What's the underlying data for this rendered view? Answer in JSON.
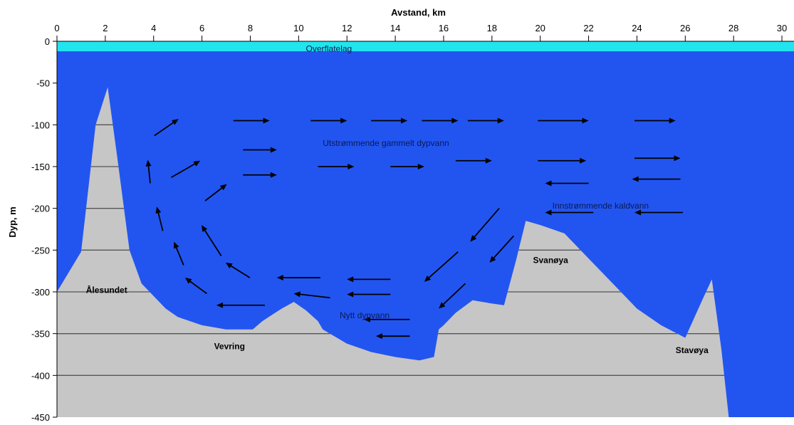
{
  "chart_data": {
    "type": "area",
    "xlabel": "Avstand, km",
    "ylabel": "Dyp, m",
    "xlim": [
      0,
      30.5
    ],
    "ylim": [
      -450,
      0
    ],
    "x_ticks": [
      "0",
      "2",
      "4",
      "6",
      "8",
      "10",
      "12",
      "14",
      "16",
      "18",
      "20",
      "22",
      "24",
      "26",
      "28",
      "30"
    ],
    "y_ticks": [
      "0",
      "-50",
      "-100",
      "-150",
      "-200",
      "-250",
      "-300",
      "-350",
      "-400",
      "-450"
    ],
    "grid": "horizontal",
    "colors": {
      "water": "#2255f0",
      "surface_layer": "#22e4ee",
      "seabed": "#c6c6c6",
      "gridline": "#555555",
      "arrow": "#000000"
    },
    "surface_layer_depth": -12,
    "bathymetry": [
      [
        0,
        -300
      ],
      [
        1,
        -252
      ],
      [
        1.6,
        -100
      ],
      [
        2.1,
        -55
      ],
      [
        2.5,
        -140
      ],
      [
        3,
        -250
      ],
      [
        3.5,
        -290
      ],
      [
        4.5,
        -320
      ],
      [
        5,
        -330
      ],
      [
        6,
        -340
      ],
      [
        7,
        -345
      ],
      [
        8.1,
        -345
      ],
      [
        8.5,
        -335
      ],
      [
        9.3,
        -320
      ],
      [
        9.8,
        -312
      ],
      [
        10.3,
        -322
      ],
      [
        10.8,
        -335
      ],
      [
        11,
        -345
      ],
      [
        12,
        -362
      ],
      [
        13,
        -372
      ],
      [
        14,
        -378
      ],
      [
        15,
        -382
      ],
      [
        15.6,
        -378
      ],
      [
        15.8,
        -345
      ],
      [
        16,
        -340
      ],
      [
        16.5,
        -325
      ],
      [
        17.2,
        -310
      ],
      [
        18,
        -314
      ],
      [
        18.5,
        -316
      ],
      [
        19,
        -262
      ],
      [
        19.4,
        -215
      ],
      [
        20,
        -220
      ],
      [
        21,
        -230
      ],
      [
        22,
        -260
      ],
      [
        23,
        -290
      ],
      [
        24,
        -320
      ],
      [
        25,
        -340
      ],
      [
        26,
        -355
      ],
      [
        26.7,
        -310
      ],
      [
        27.1,
        -285
      ],
      [
        27.5,
        -370
      ],
      [
        27.8,
        -450
      ]
    ],
    "annotations": [
      {
        "text": "Overflatelag",
        "x": 10.3,
        "y": -9
      },
      {
        "text": "Utstrømmende gammelt dypvann",
        "x": 11,
        "y": -122
      },
      {
        "text": "Innstrømmende kaldvann",
        "x": 20.5,
        "y": -197
      },
      {
        "text": "Nytt dypvann",
        "x": 11.7,
        "y": -328
      }
    ],
    "places": [
      {
        "text": "Ålesundet",
        "x": 1.2,
        "y": -298
      },
      {
        "text": "Vevring",
        "x": 6.5,
        "y": -365
      },
      {
        "text": "Svanøya",
        "x": 19.7,
        "y": -262
      },
      {
        "text": "Stavøya",
        "x": 25.6,
        "y": -370
      }
    ],
    "arrows": [
      [
        7.3,
        -95,
        8.8,
        -95
      ],
      [
        10.5,
        -95,
        12,
        -95
      ],
      [
        13,
        -95,
        14.5,
        -95
      ],
      [
        15.1,
        -95,
        16.6,
        -95
      ],
      [
        17,
        -95,
        18.5,
        -95
      ],
      [
        19.9,
        -95,
        22,
        -95
      ],
      [
        23.9,
        -95,
        25.6,
        -95
      ],
      [
        7.7,
        -130,
        9.1,
        -130
      ],
      [
        7.7,
        -160,
        9.1,
        -160
      ],
      [
        10.8,
        -150,
        12.3,
        -150
      ],
      [
        13.8,
        -150,
        15.2,
        -150
      ],
      [
        16.5,
        -143,
        18,
        -143
      ],
      [
        19.9,
        -143,
        21.9,
        -143
      ],
      [
        23.9,
        -140,
        25.8,
        -140
      ],
      [
        22,
        -170,
        20.2,
        -170
      ],
      [
        25.8,
        -165,
        23.8,
        -165
      ],
      [
        22.2,
        -205,
        20.2,
        -205
      ],
      [
        25.9,
        -205,
        23.9,
        -205
      ],
      [
        4.03,
        -113,
        5.03,
        -93
      ],
      [
        4.73,
        -163,
        5.93,
        -143
      ],
      [
        6.13,
        -191,
        7.03,
        -171
      ],
      [
        3.86,
        -170,
        3.76,
        -142
      ],
      [
        4.38,
        -227,
        4.13,
        -198
      ],
      [
        5.24,
        -268,
        4.84,
        -240
      ],
      [
        6.8,
        -257,
        5.98,
        -220
      ],
      [
        7.98,
        -283,
        6.98,
        -265
      ],
      [
        6.2,
        -302,
        5.3,
        -283
      ],
      [
        10.9,
        -283,
        9.1,
        -283
      ],
      [
        13.8,
        -285,
        12,
        -285
      ],
      [
        13.8,
        -303,
        12,
        -303
      ],
      [
        11.3,
        -307,
        9.8,
        -302
      ],
      [
        8.6,
        -316,
        6.6,
        -316
      ],
      [
        14.6,
        -333,
        12.7,
        -333
      ],
      [
        14.6,
        -353,
        13.2,
        -353
      ],
      [
        18.3,
        -200,
        17.1,
        -240
      ],
      [
        16.6,
        -252,
        15.2,
        -288
      ],
      [
        18.9,
        -233,
        17.9,
        -265
      ],
      [
        16.9,
        -290,
        15.8,
        -320
      ]
    ]
  }
}
